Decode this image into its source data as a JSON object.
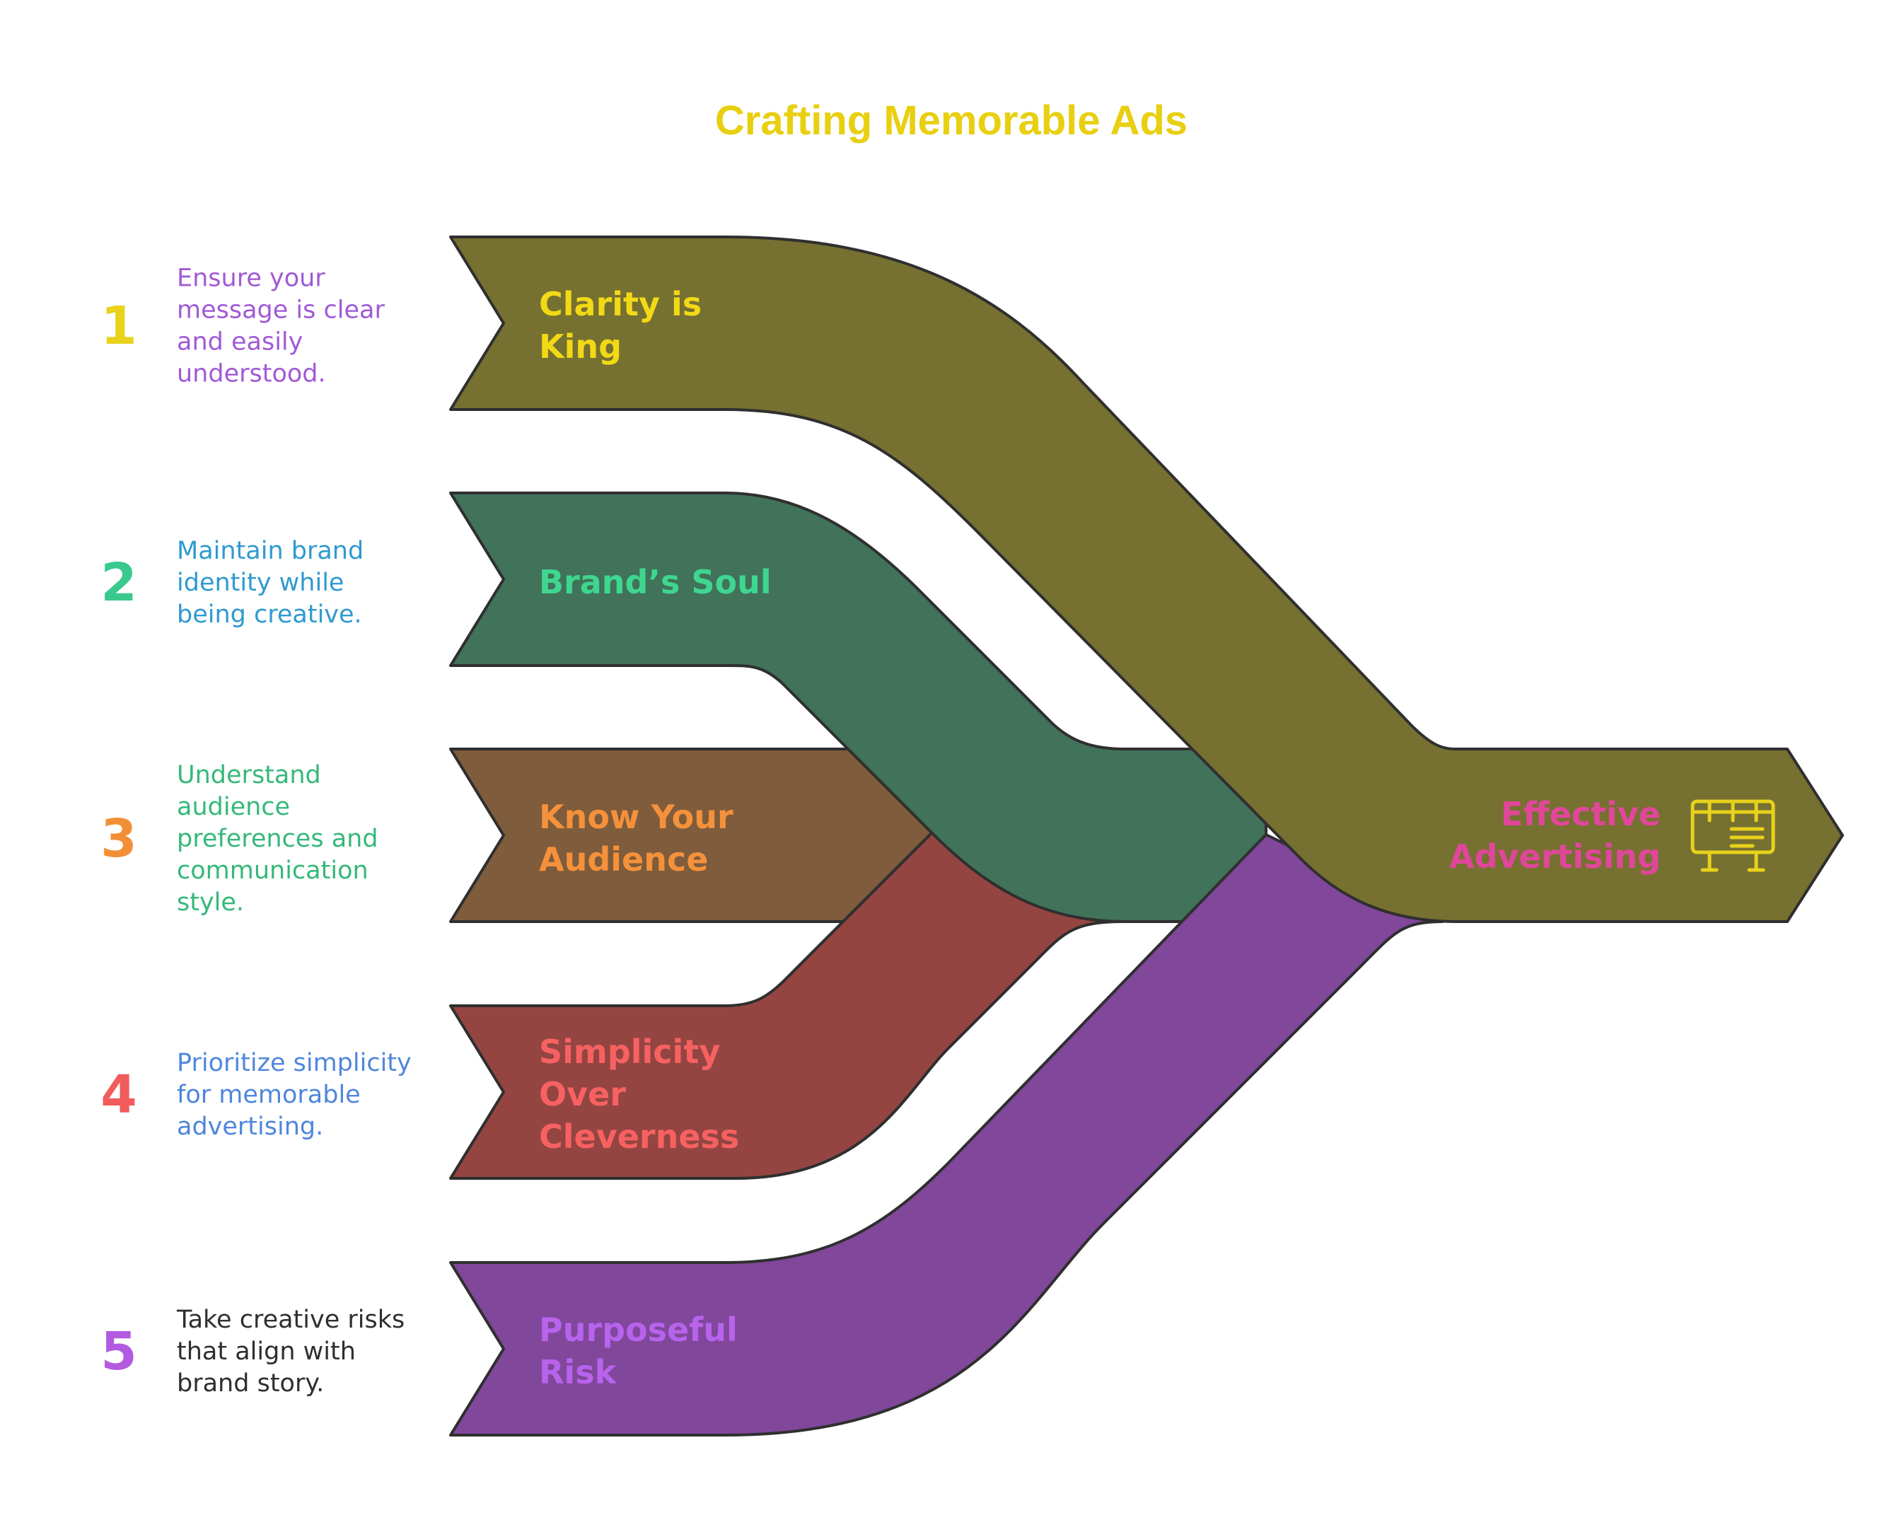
{
  "title": "Crafting Memorable Ads",
  "colors": {
    "title": "#e8cf10",
    "merged_band": "#767031"
  },
  "items": [
    {
      "number": "1",
      "number_color": "#e8d21a",
      "description_lines": [
        "Ensure your",
        "message is clear",
        "and easily",
        "understood."
      ],
      "description_color": "#a15ad6",
      "label_lines": [
        "Clarity is",
        "King"
      ],
      "label_color": "#f2d915",
      "band_color": "#767031"
    },
    {
      "number": "2",
      "number_color": "#39c98c",
      "description_lines": [
        "Maintain brand",
        "identity while",
        "being creative."
      ],
      "description_color": "#2f9ad0",
      "label_lines": [
        "Brand’s Soul"
      ],
      "label_color": "#3fd68f",
      "band_color": "#41725a"
    },
    {
      "number": "3",
      "number_color": "#f28f36",
      "description_lines": [
        "Understand",
        "audience",
        "preferences and",
        "communication",
        "style."
      ],
      "description_color": "#35b87a",
      "label_lines": [
        "Know Your",
        "Audience"
      ],
      "label_color": "#f5913a",
      "band_color": "#7e5c3c"
    },
    {
      "number": "4",
      "number_color": "#f25b5b",
      "description_lines": [
        "Prioritize simplicity",
        "for memorable",
        "advertising."
      ],
      "description_color": "#4f86dc",
      "label_lines": [
        "Simplicity",
        "Over",
        "Cleverness"
      ],
      "label_color": "#f76161",
      "band_color": "#944542"
    },
    {
      "number": "5",
      "number_color": "#b25be0",
      "description_lines": [
        "Take creative risks",
        "that align with",
        "brand story."
      ],
      "description_color": "#2f2f2f",
      "label_lines": [
        "Purposeful",
        "Risk"
      ],
      "label_color": "#b863ec",
      "band_color": "#80479b"
    }
  ],
  "target": {
    "label_lines": [
      "Effective",
      "Advertising"
    ],
    "label_color": "#e0479a",
    "icon": "billboard-icon",
    "icon_color": "#e8d21a"
  }
}
